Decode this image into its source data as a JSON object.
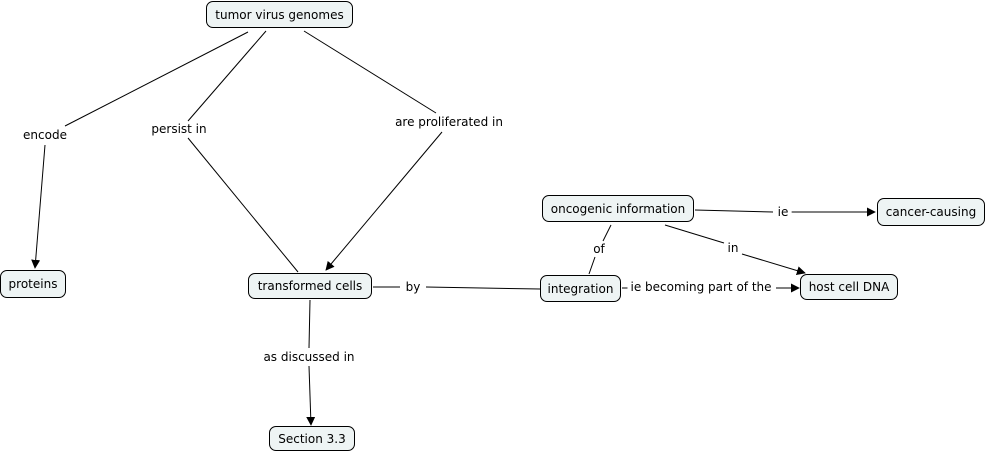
{
  "concept_map": {
    "nodes": {
      "tumor_virus_genomes": "tumor virus genomes",
      "proteins": "proteins",
      "transformed_cells": "transformed cells",
      "section_3_3": "Section 3.3",
      "oncogenic_information": "oncogenic information",
      "integration": "integration",
      "cancer_causing": "cancer-causing",
      "host_cell_dna": "host cell DNA"
    },
    "links": {
      "encode": "encode",
      "persist_in": "persist in",
      "are_proliferated_in": "are proliferated in",
      "by": "by",
      "as_discussed_in": "as discussed in",
      "of": "of",
      "ie": "ie",
      "in": "in",
      "ie_becoming_part_of_the": "ie becoming part of the"
    }
  }
}
